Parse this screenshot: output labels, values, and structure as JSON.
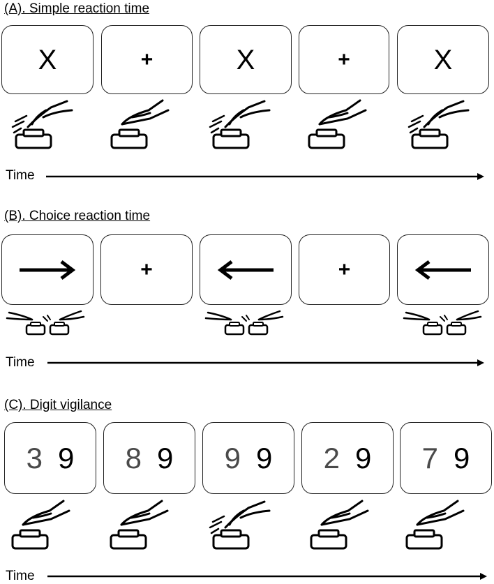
{
  "sections": [
    {
      "title": "(A). Simple reaction time",
      "time_label": "Time",
      "screens": [
        {
          "kind": "letter",
          "text": "X",
          "response": "press"
        },
        {
          "kind": "plus",
          "text": "+",
          "response": "rest"
        },
        {
          "kind": "letter",
          "text": "X",
          "response": "press"
        },
        {
          "kind": "plus",
          "text": "+",
          "response": "rest"
        },
        {
          "kind": "letter",
          "text": "X",
          "response": "press"
        }
      ]
    },
    {
      "title": "(B). Choice reaction time",
      "time_label": "Time",
      "screens": [
        {
          "kind": "arrow",
          "direction": "right",
          "response": "two-button-right"
        },
        {
          "kind": "plus",
          "text": "+",
          "response": "none"
        },
        {
          "kind": "arrow",
          "direction": "left",
          "response": "two-button-left"
        },
        {
          "kind": "plus",
          "text": "+",
          "response": "none"
        },
        {
          "kind": "arrow",
          "direction": "left",
          "response": "two-button-left"
        }
      ]
    },
    {
      "title": "(C). Digit vigilance",
      "time_label": "Time",
      "screens": [
        {
          "kind": "digits",
          "first": "3",
          "second": "9",
          "response": "rest"
        },
        {
          "kind": "digits",
          "first": "8",
          "second": "9",
          "response": "rest"
        },
        {
          "kind": "digits",
          "first": "9",
          "second": "9",
          "response": "press"
        },
        {
          "kind": "digits",
          "first": "2",
          "second": "9",
          "response": "rest"
        },
        {
          "kind": "digits",
          "first": "7",
          "second": "9",
          "response": "rest"
        }
      ]
    }
  ]
}
